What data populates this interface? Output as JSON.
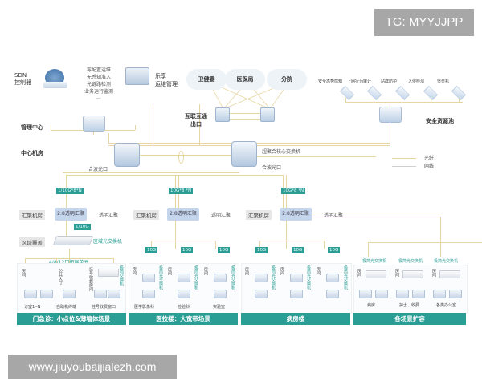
{
  "watermarks": {
    "top": "TG: MYYJJPP",
    "bottom": "www.jiuyoubaijialezh.com"
  },
  "top_row": {
    "sdn": {
      "label_line1": "SDN",
      "label_line2": "控制器"
    },
    "features": [
      "零配置运维",
      "无感知准入",
      "光链路检测",
      "业务运行监测",
      "..."
    ],
    "ops": {
      "label_line1": "乐享",
      "label_line2": "运维管理"
    },
    "clouds": [
      "卫健委",
      "医保局",
      "分院"
    ],
    "interconnect_exit": {
      "line1": "互联互通",
      "line2": "出口"
    },
    "security_items": [
      "安全态势感知",
      "上网行为审计",
      "站群防护",
      "入侵检测",
      "堡垒机"
    ],
    "security_pool": "安全资源池"
  },
  "rows": {
    "management": "管理中心",
    "center": "中心机房"
  },
  "core": {
    "label": "超聚合核心交换机",
    "left_port": "合波光口",
    "right_port": "合波光口"
  },
  "legend": {
    "fiber": "光纤",
    "cable": "网线",
    "fiber_color": "#e6d6a3",
    "cable_color": "#cfcfcf"
  },
  "links": [
    "1/10G*8*N",
    "10G*8 *N",
    "10G*8 *N"
  ],
  "aggregation": [
    {
      "room": "汇聚机房",
      "box": "2:8透明汇聚",
      "note": "透明汇聚"
    },
    {
      "room": "汇聚机房",
      "box": "2:8透明汇聚",
      "note": "透明汇聚"
    },
    {
      "room": "汇聚机房",
      "box": "2:8透明汇聚",
      "note": "透明汇聚"
    }
  ],
  "region": {
    "label": "区域覆盖",
    "uplink": "1/10G",
    "switch": "区域光交换机",
    "expand": "4/8/12口拓展单元"
  },
  "downlink_tags": [
    "10G",
    "10G",
    "10G",
    "10G",
    "10G",
    "10G"
  ],
  "sections": [
    {
      "title": "门急诊：小点位&薄墙体场景",
      "items": [
        {
          "room": "房间",
          "label": "诊室1--N"
        },
        {
          "room": "公共大厅",
          "label": "自助机终端"
        },
        {
          "room": "挂号收费房间",
          "label": "挂号收费窗口",
          "switch": "极简交换机"
        }
      ]
    },
    {
      "title": "医技楼：大宽带场景",
      "items": [
        {
          "room": "房间",
          "switch": "极简光交换机",
          "label": "医学影像科"
        },
        {
          "room": "房间",
          "switch": "极简光交换机",
          "label": "检验科"
        },
        {
          "room": "房间",
          "switch": "极简光交换机",
          "label": "实验室"
        }
      ]
    },
    {
      "title": "病房楼",
      "items": [
        {
          "room": "房间",
          "switch": "极简光交换机",
          "label": ""
        },
        {
          "room": "房间",
          "switch": "极简光交换机",
          "label": ""
        },
        {
          "room": "房间",
          "switch": "极简光交换机",
          "label": ""
        }
      ]
    },
    {
      "title": "各场景扩容",
      "items": [
        {
          "room": "房间",
          "switch": "极简光交换机",
          "label": "病房"
        },
        {
          "room": "房间",
          "switch": "极简光交换机",
          "label": "护士、收费"
        },
        {
          "room": "房间",
          "switch": "极简光交换机",
          "label": "各类办公室"
        }
      ]
    }
  ]
}
